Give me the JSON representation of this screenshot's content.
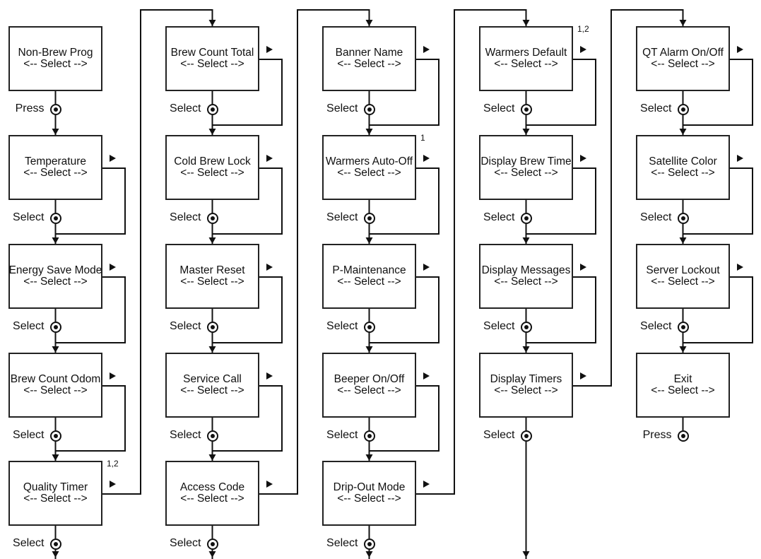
{
  "columns": [
    {
      "boxes": [
        {
          "title": "Non-Brew Prog",
          "sub": "<-- Select -->",
          "action": "Press",
          "note": ""
        },
        {
          "title": "Temperature",
          "sub": "<-- Select -->",
          "action": "Select",
          "note": ""
        },
        {
          "title": "Energy Save Mode",
          "sub": "<-- Select -->",
          "action": "Select",
          "note": ""
        },
        {
          "title": "Brew Count Odom",
          "sub": "<-- Select -->",
          "action": "Select",
          "note": ""
        },
        {
          "title": "Quality Timer",
          "sub": "<-- Select -->",
          "action": "Select",
          "note": "1,2"
        }
      ]
    },
    {
      "boxes": [
        {
          "title": "Brew Count Total",
          "sub": "<-- Select -->",
          "action": "Select",
          "note": ""
        },
        {
          "title": "Cold Brew Lock",
          "sub": "<-- Select -->",
          "action": "Select",
          "note": ""
        },
        {
          "title": "Master Reset",
          "sub": "<-- Select -->",
          "action": "Select",
          "note": ""
        },
        {
          "title": "Service Call",
          "sub": "<-- Select -->",
          "action": "Select",
          "note": ""
        },
        {
          "title": "Access Code",
          "sub": "<-- Select -->",
          "action": "Select",
          "note": ""
        }
      ]
    },
    {
      "boxes": [
        {
          "title": "Banner Name",
          "sub": "<-- Select -->",
          "action": "Select",
          "note": ""
        },
        {
          "title": "Warmers Auto-Off",
          "sub": "<-- Select -->",
          "action": "Select",
          "note": "1"
        },
        {
          "title": "P-Maintenance",
          "sub": "<-- Select -->",
          "action": "Select",
          "note": ""
        },
        {
          "title": "Beeper On/Off",
          "sub": "<-- Select -->",
          "action": "Select",
          "note": ""
        },
        {
          "title": "Drip-Out Mode",
          "sub": "<-- Select -->",
          "action": "Select",
          "note": ""
        }
      ]
    },
    {
      "boxes": [
        {
          "title": "Warmers Default",
          "sub": "<-- Select -->",
          "action": "Select",
          "note": "1,2"
        },
        {
          "title": "Display Brew Time",
          "sub": "<-- Select -->",
          "action": "Select",
          "note": ""
        },
        {
          "title": "Display Messages",
          "sub": "<-- Select -->",
          "action": "Select",
          "note": ""
        },
        {
          "title": "Display Timers",
          "sub": "<-- Select -->",
          "action": "Select",
          "note": ""
        }
      ]
    },
    {
      "boxes": [
        {
          "title": "QT Alarm On/Off",
          "sub": "<-- Select -->",
          "action": "Select",
          "note": ""
        },
        {
          "title": "Satellite Color",
          "sub": "<-- Select -->",
          "action": "Select",
          "note": ""
        },
        {
          "title": "Server Lockout",
          "sub": "<-- Select -->",
          "action": "Select",
          "note": ""
        },
        {
          "title": "Exit",
          "sub": "<-- Select -->",
          "action": "Press",
          "note": ""
        }
      ]
    }
  ],
  "colors": {
    "line": "#111111",
    "border": "#222222",
    "text": "#111111"
  }
}
